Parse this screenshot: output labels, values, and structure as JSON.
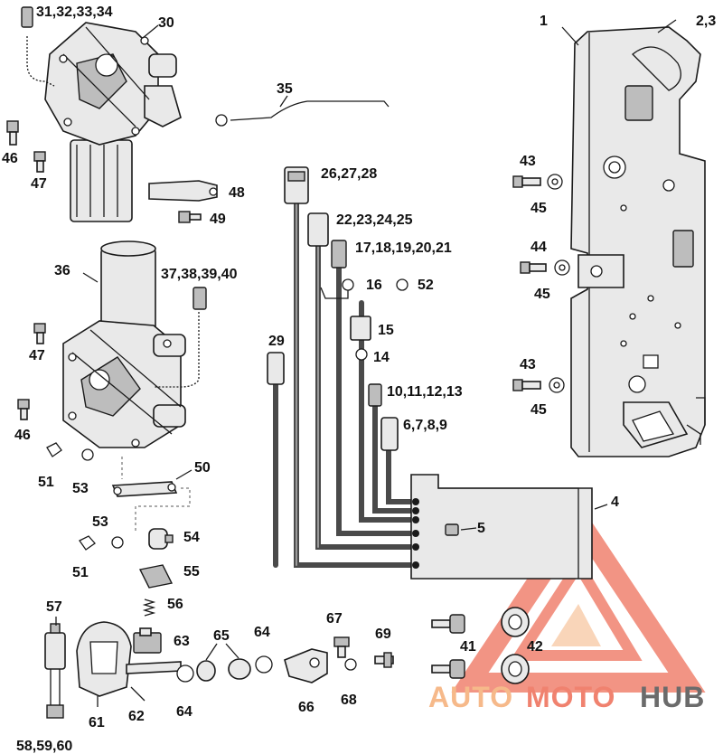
{
  "diagram": {
    "callouts": {
      "c1": "1",
      "c2_3": "2,3",
      "c30": "30",
      "c31_34": "31,32,33,34",
      "c35": "35",
      "c26_28": "26,27,28",
      "c22_25": "22,23,24,25",
      "c17_21": "17,18,19,20,21",
      "c16": "16",
      "c52": "52",
      "c15": "15",
      "c14": "14",
      "c29": "29",
      "c10_13": "10,11,12,13",
      "c6_9": "6,7,8,9",
      "c4": "4",
      "c5": "5",
      "c43a": "43",
      "c45a": "45",
      "c44": "44",
      "c45b": "45",
      "c43b": "43",
      "c45c": "45",
      "c46a": "46",
      "c47a": "47",
      "c48": "48",
      "c49": "49",
      "c36": "36",
      "c37_40": "37,38,39,40",
      "c47b": "47",
      "c46b": "46",
      "c50": "50",
      "c51a": "51",
      "c53a": "53",
      "c53b": "53",
      "c54": "54",
      "c51b": "51",
      "c55": "55",
      "c56": "56",
      "c57": "57",
      "c63": "63",
      "c65": "65",
      "c64a": "64",
      "c67": "67",
      "c69": "69",
      "c41": "41",
      "c42": "42",
      "c64b": "64",
      "c66": "66",
      "c68": "68",
      "c61": "61",
      "c62": "62",
      "c58_60": "58,59,60"
    },
    "watermark": {
      "word_a": "AUTO",
      "word_b": "MOTO",
      "word_c": "HUB",
      "color_primary": "#f0826f",
      "color_secondary": "#f6b98a",
      "color_dark": "#6b6b6b"
    }
  }
}
